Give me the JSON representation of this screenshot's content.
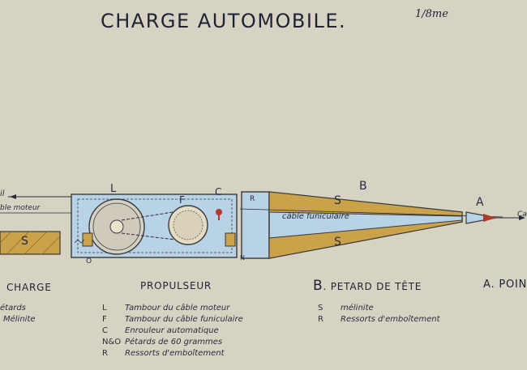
{
  "title": "CHARGE AUTOMOBILE.",
  "scale": "1/8me",
  "diagram_labels": {
    "left_section_letter_S": "S",
    "L": "L",
    "F": "F",
    "C": "C",
    "B": "B",
    "R": "R",
    "S_top": "S",
    "S_bottom": "S",
    "A": "A",
    "O": "O",
    "N": "N",
    "left_arrow_text": "il",
    "cable_moteur_text": "ble moteur",
    "cable_funiculaire_text": "câble funiculaire",
    "right_arrow_text": "Ca"
  },
  "colors": {
    "background": "#d6d3c3",
    "body_blue": "#b8d3e6",
    "explosive_gold": "#c9a24a",
    "ink": "#2a2a3a",
    "red": "#b03a2e"
  },
  "legend": {
    "charge": {
      "heading": "CHARGE",
      "items": [
        "étards",
        "Mélinite"
      ]
    },
    "propulseur": {
      "heading": "PROPULSEUR",
      "items": [
        {
          "key": "L",
          "text": "Tambour du câble moteur"
        },
        {
          "key": "F",
          "text": "Tambour du câble funiculaire"
        },
        {
          "key": "C",
          "text": "Enrouleur automatique"
        },
        {
          "key": "N&O",
          "text": "Pétards de 60 grammes"
        },
        {
          "key": "R",
          "text": "Ressorts d'emboîtement"
        }
      ]
    },
    "petard": {
      "heading_letter": "B",
      "heading_text": ". PETARD DE TÊTE",
      "items": [
        {
          "key": "S",
          "text": "mélinite"
        },
        {
          "key": "R",
          "text": "Ressorts d'emboîtement"
        }
      ]
    },
    "pointe": {
      "heading": "A. POINTE"
    }
  }
}
